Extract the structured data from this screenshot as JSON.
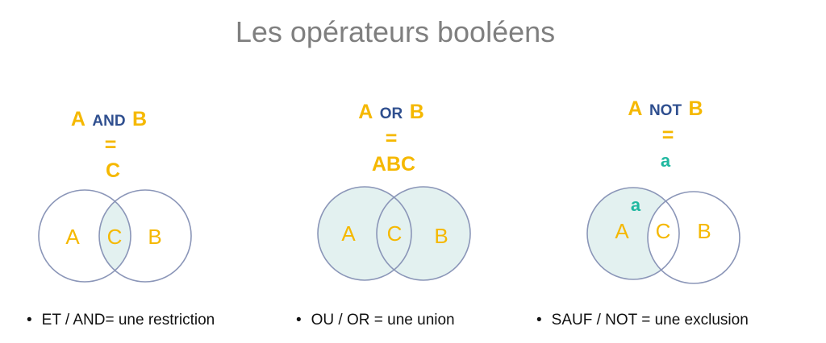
{
  "title": "Les opérateurs booléens",
  "panels": [
    {
      "a": "A",
      "op": "AND",
      "b": "B",
      "eq": "=",
      "result": "C",
      "labels": [
        "A",
        "C",
        "B"
      ],
      "bullet": "ET / AND= une restriction"
    },
    {
      "a": "A",
      "op": "OR",
      "b": "B",
      "eq": "=",
      "result": "ABC",
      "labels": [
        "A",
        "C",
        "B"
      ],
      "bullet": "OU / OR = une union"
    },
    {
      "a": "A",
      "op": "NOT",
      "b": "B",
      "eq": "=",
      "result": "a",
      "region_label": "a",
      "labels": [
        "A",
        "C",
        "B"
      ],
      "bullet": "SAUF / NOT = une exclusion"
    }
  ],
  "colors": {
    "yellow": "#f5b800",
    "navy": "#2f4f8f",
    "teal": "#1fb8a0",
    "fill": "#e3f1f0"
  }
}
